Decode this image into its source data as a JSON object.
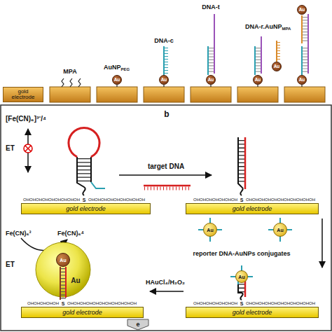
{
  "diagram": {
    "nodes": [
      {
        "text": [
          "gold electrode"
        ]
      },
      {
        "text": [
          "Au"
        ]
      },
      {
        "text": [
          "Au"
        ]
      },
      {
        "text": [
          "Au"
        ]
      },
      {
        "text": [
          "Au"
        ]
      },
      {
        "text": [
          "Au"
        ]
      },
      {
        "text": [
          "Au"
        ]
      },
      {
        "text": [
          "Au"
        ]
      },
      {
        "text": [
          "gold electrode"
        ]
      },
      {
        "text": [
          "gold electrode"
        ]
      },
      {
        "text": [
          "Au"
        ]
      },
      {
        "text": [
          "Au"
        ]
      },
      {
        "text": [
          "gold electrode"
        ]
      },
      {
        "text": [
          "Au"
        ]
      },
      {
        "text": [
          "Au"
        ]
      },
      {
        "text": [
          "Au"
        ],
        "in": 14
      },
      {
        "text": [
          "gold electrode"
        ]
      }
    ],
    "labels": [
      "MPA",
      "AuNP",
      "PEG",
      "DNA-c",
      "DNA-t",
      "DNA-r.AuNP",
      "MPA",
      "b",
      "[Fe(CN)₆]³⁻/⁴",
      "ET",
      "OHOHOHOHOHOHOHOHOH",
      "S",
      "OHOHOHOHOHOHOHOHOH",
      "target DNA",
      "OHOHOHOHOHOHOH",
      "S",
      "OHOHOHOHOHOHOHOHOHOHOH",
      "reporter DNA-AuNPs conjugates",
      "Fe(CN)₆³",
      "Fe(CN)₆⁴",
      "ET",
      "HAuCl₄/H₂O₂",
      "OHOHOHOHOHOHOH",
      "S",
      "OHOHOHOHOHOHOHOHOHOHOH",
      "OHOHOHOHOH",
      "S",
      "OHOHOHOHOHOHOHOHOHOHOH",
      "e"
    ]
  }
}
